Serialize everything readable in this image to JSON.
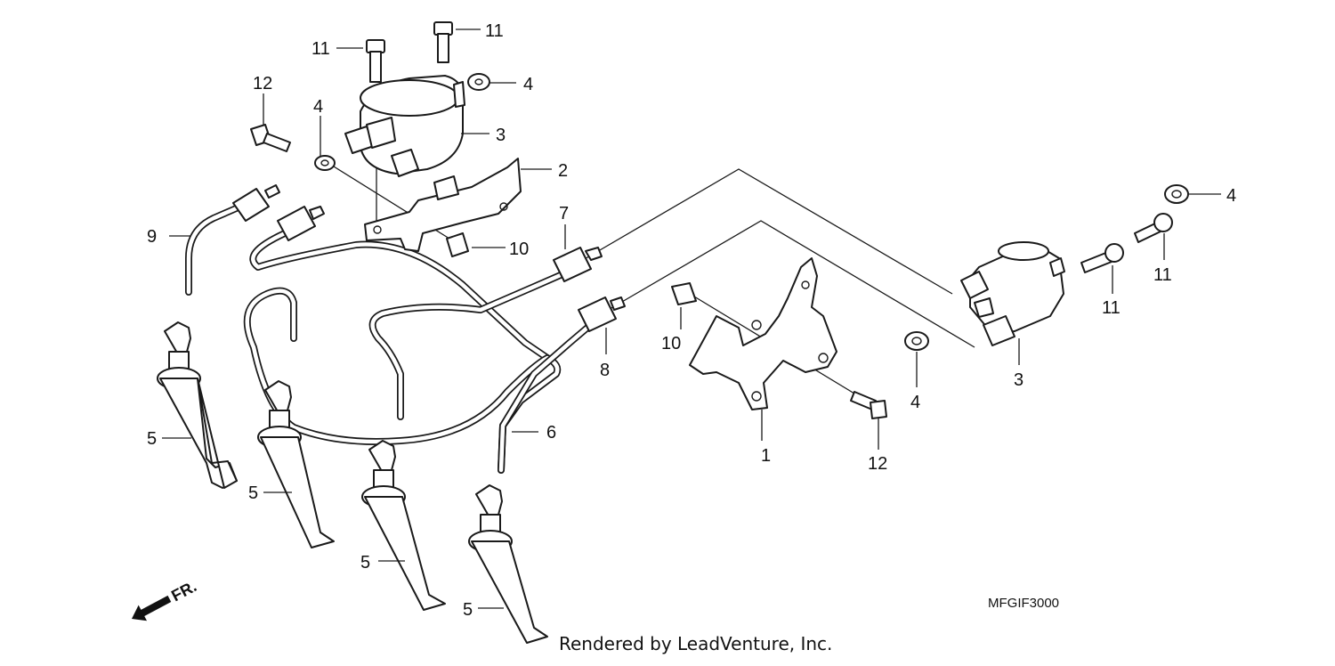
{
  "diagram": {
    "code": "MFGIF3000",
    "credit": "Rendered by LeadVenture, Inc.",
    "front_arrow_label": "FR.",
    "callouts": [
      "1",
      "2",
      "3",
      "3",
      "4",
      "4",
      "4",
      "4",
      "5",
      "5",
      "5",
      "5",
      "6",
      "7",
      "8",
      "9",
      "10",
      "10",
      "11",
      "11",
      "11",
      "11",
      "12",
      "12"
    ]
  }
}
